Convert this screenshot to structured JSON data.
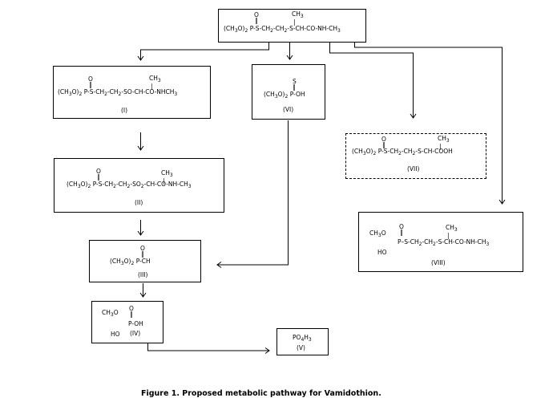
{
  "figure": {
    "caption": "Figure 1.  Proposed metabolic pathway for Vamidothion."
  },
  "compounds": {
    "parent": {
      "formula_prefix": "(CH3O)2",
      "backbone": "P-S-CH2-CH2-S-CH-CO-NH-CH3",
      "p_substituent": "O",
      "ch_substituent": "CH3",
      "label": ""
    },
    "I": {
      "formula_prefix": "(CH3O)2",
      "backbone": "P-S-CH2-CH2-SO-CH-CO-NHCH3",
      "p_substituent": "O",
      "ch_substituent": "CH3",
      "label": "(I)"
    },
    "II": {
      "formula_prefix": "(CH3O)2",
      "backbone": "P-S-CH2-CH2-SO2-CH-CO-NH-CH3",
      "p_substituent": "O",
      "ch_substituent": "CH3",
      "label": "(II)"
    },
    "III": {
      "formula_prefix": "(CH3O)2",
      "backbone": "P-CH",
      "p_substituent": "O",
      "label": "(III)"
    },
    "IV": {
      "top_group": "CH3O",
      "bottom_group": "HO",
      "backbone": "P-OH",
      "p_substituent": "O",
      "label": "(IV)"
    },
    "V": {
      "formula": "PO4H3",
      "label": "(V)"
    },
    "VI": {
      "formula_prefix": "(CH3O)2",
      "backbone": "P-OH",
      "p_substituent": "S",
      "label": "(VI)"
    },
    "VII": {
      "formula_prefix": "(CH3O)2",
      "backbone": "P-S-CH2-CH2-S-CH-COOH",
      "p_substituent": "O",
      "ch_substituent": "CH3",
      "label": "(VII)",
      "style": "dashed"
    },
    "VIII": {
      "top_group": "CH3O",
      "bottom_group": "HO",
      "backbone": "P-S-CH2-CH2-S-CH-CO-NH-CH3",
      "p_substituent": "O",
      "ch_substituent": "CH3",
      "label": "(VIII)"
    }
  },
  "pathways": [
    {
      "from": "parent",
      "to": "I"
    },
    {
      "from": "parent",
      "to": "VI"
    },
    {
      "from": "parent",
      "to": "VII"
    },
    {
      "from": "parent",
      "to": "VIII"
    },
    {
      "from": "I",
      "to": "II"
    },
    {
      "from": "II",
      "to": "III"
    },
    {
      "from": "VI",
      "to": "III"
    },
    {
      "from": "III",
      "to": "IV"
    },
    {
      "from": "IV",
      "to": "V"
    }
  ]
}
